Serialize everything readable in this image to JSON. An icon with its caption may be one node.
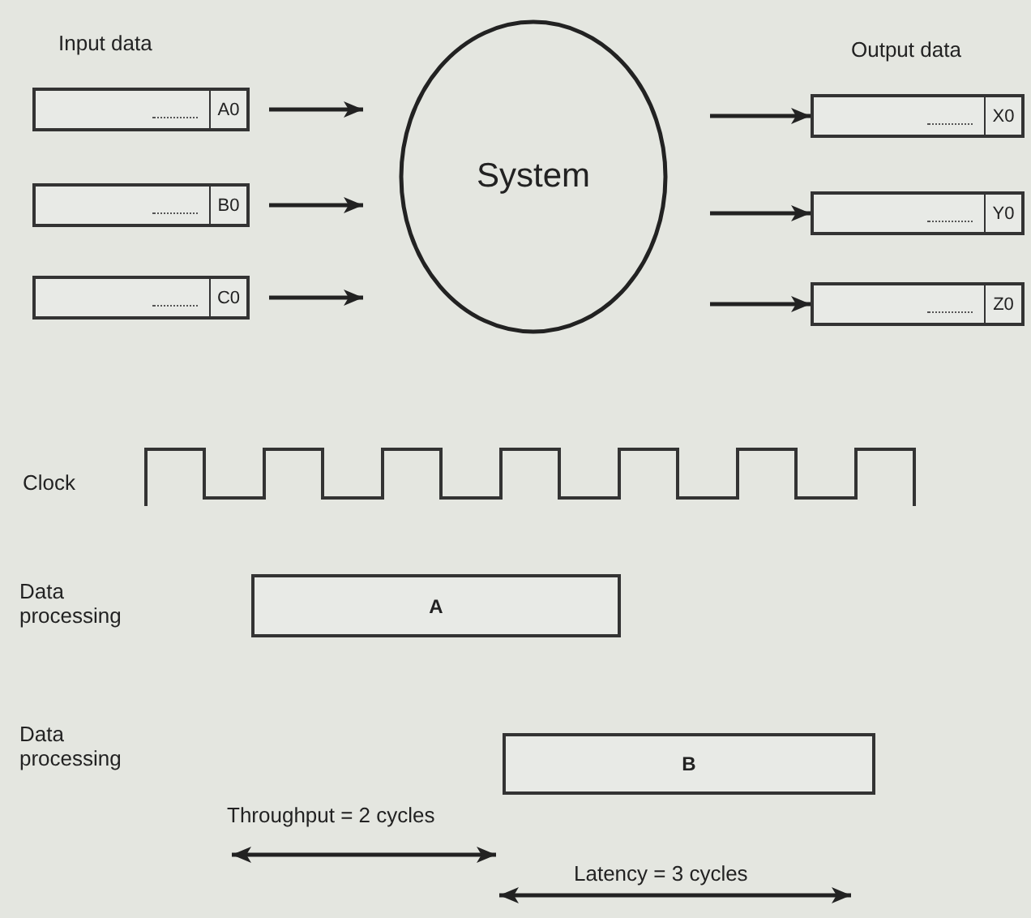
{
  "diagram": {
    "nodes": [
      {
        "text": [
          "A0"
        ]
      },
      {
        "text": [
          "B0"
        ]
      },
      {
        "text": [
          "C0"
        ]
      },
      {
        "text": [
          "System"
        ]
      },
      {
        "text": [
          "X0"
        ]
      },
      {
        "text": [
          "Y0"
        ]
      },
      {
        "text": [
          "Z0"
        ]
      },
      {
        "text": [
          "A"
        ]
      },
      {
        "text": [
          "B"
        ]
      }
    ],
    "edges": [
      {
        "from": 0,
        "to": 3,
        "arrow": "to"
      },
      {
        "from": 1,
        "to": 3,
        "arrow": "to"
      },
      {
        "from": 2,
        "to": 3,
        "arrow": "to"
      },
      {
        "from": 3,
        "to": 4,
        "arrow": "to"
      },
      {
        "from": 3,
        "to": 5,
        "arrow": "to"
      },
      {
        "from": 3,
        "to": 6,
        "arrow": "to"
      }
    ],
    "labels": [
      "Input data",
      "Output data",
      "Clock",
      "Data processing",
      "Data processing",
      "Throughput = 2 cycles",
      "Latency = 3 cycles"
    ]
  }
}
